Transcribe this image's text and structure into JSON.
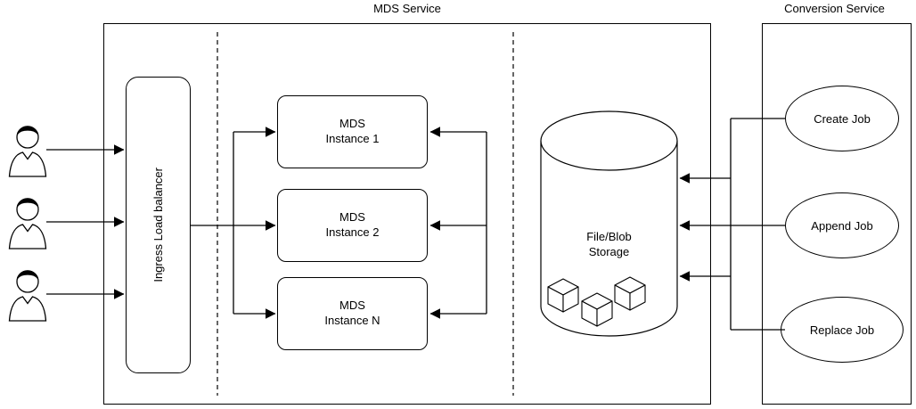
{
  "mds_service": {
    "title": "MDS Service",
    "load_balancer_label": "Ingress Load balancer",
    "instances": [
      {
        "line1": "MDS",
        "line2": "Instance 1"
      },
      {
        "line1": "MDS",
        "line2": "Instance 2"
      },
      {
        "line1": "MDS",
        "line2": "Instance N"
      }
    ],
    "storage": {
      "line1": "File/Blob",
      "line2": "Storage"
    }
  },
  "conversion_service": {
    "title": "Conversion Service",
    "jobs": [
      {
        "label": "Create Job"
      },
      {
        "label": "Append Job"
      },
      {
        "label": "Replace Job"
      }
    ]
  },
  "icons": {
    "user": "person-outline-icon",
    "storage": "database-cylinder-icon",
    "blobs": "cube-3d-icon"
  },
  "colors": {
    "stroke": "#000000",
    "background": "#ffffff"
  }
}
